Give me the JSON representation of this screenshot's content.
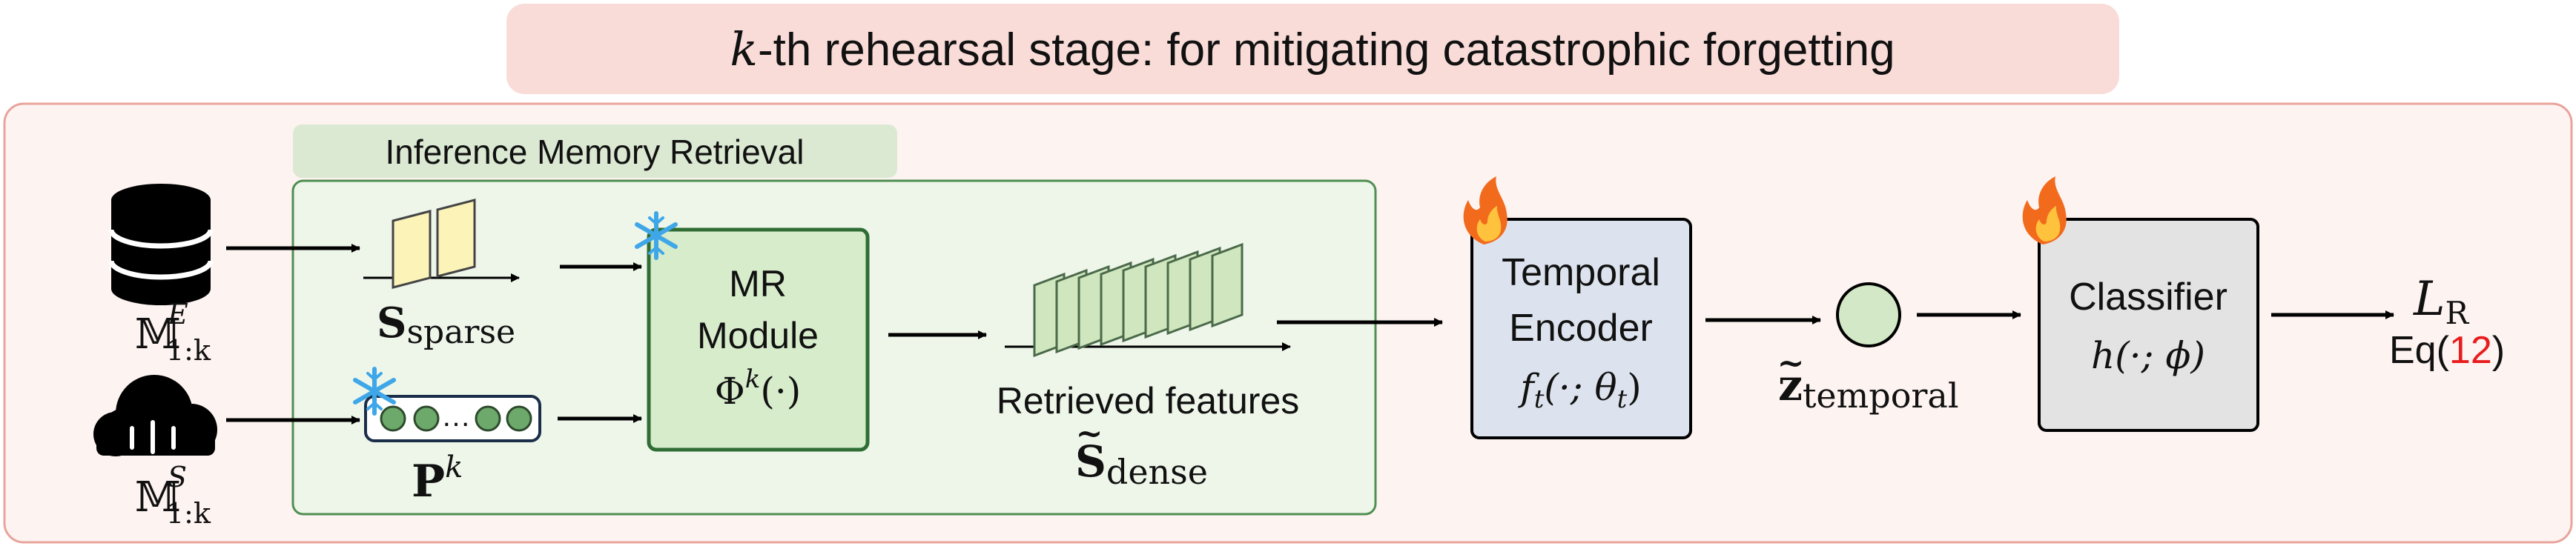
{
  "title": {
    "k": "k",
    "rest": "-th rehearsal stage: for mitigating catastrophic forgetting"
  },
  "retrieval_panel": {
    "label": "Inference Memory Retrieval"
  },
  "inputs": {
    "episodic_memory": {
      "symbol": "𝕄",
      "sup": "E",
      "sub": "1:k",
      "icon": "database-icon"
    },
    "semantic_memory": {
      "symbol": "𝕄",
      "sup": "S",
      "sub": "1:k",
      "icon": "cloud-icon"
    }
  },
  "s_sparse": {
    "main": "S",
    "sub": "sparse"
  },
  "prompt": {
    "main": "P",
    "sup": "k",
    "dots": "…"
  },
  "mr_module": {
    "line1": "MR",
    "line2": "Module",
    "phi": "Φ",
    "phi_sup": "k",
    "phi_arg": "(·)",
    "icon": "snowflake-icon"
  },
  "retrieved": {
    "caption": "Retrieved features",
    "main": "S",
    "tilde": "~",
    "sub": "dense"
  },
  "temporal_encoder": {
    "line1": "Temporal",
    "line2": "Encoder",
    "f": "f",
    "f_sub": "t",
    "args_open": "(·; θ",
    "theta_sub": "t",
    "args_close": ")",
    "icon": "flame-icon"
  },
  "z_temporal": {
    "main": "z",
    "tilde": "~",
    "sub": "temporal"
  },
  "classifier": {
    "line1": "Classifier",
    "formula": "h(·; ϕ)",
    "icon": "flame-icon"
  },
  "loss": {
    "main": "L",
    "sub": "R",
    "eq_prefix": "Eq(",
    "eq_num": "12",
    "eq_suffix": ")"
  },
  "colors": {
    "title_bg": "#f9dcd8",
    "outer_bg": "#fdf3f1",
    "outer_border": "#e8a49c",
    "panel_bg": "#eef6ea",
    "panel_border": "#4f8f51",
    "panel_tab": "#dbe9d3",
    "mr_fill": "#d6eccb",
    "mr_border": "#2f6d35",
    "encoder_fill": "#dde3ee",
    "classifier_fill": "#e3e3e3",
    "eq_highlight": "#e81c1c",
    "sparse_fill": "#fbf3b8",
    "dense_fill": "#cfe6bf"
  }
}
